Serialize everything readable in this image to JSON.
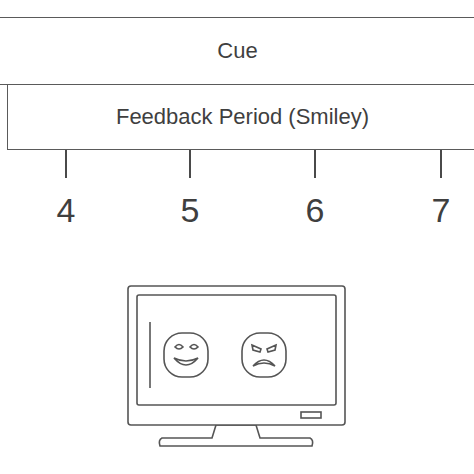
{
  "diagram": {
    "nodes": [
      {
        "text": [
          "Cue"
        ]
      },
      {
        "text": [
          "Feedback Period (Smiley)"
        ]
      }
    ],
    "labels": [
      "4",
      "5",
      "6",
      "7"
    ]
  }
}
